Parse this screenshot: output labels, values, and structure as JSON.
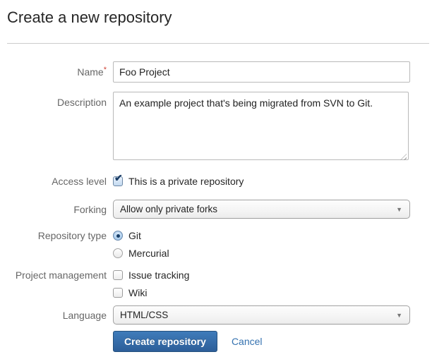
{
  "page": {
    "title": "Create a new repository"
  },
  "form": {
    "fields": {
      "name": {
        "label": "Name",
        "required_marker": "*",
        "value": "Foo Project"
      },
      "description": {
        "label": "Description",
        "value": "An example project that's being migrated from SVN to Git."
      },
      "access_level": {
        "label": "Access level",
        "checkbox_label": "This is a private repository",
        "checked": true
      },
      "forking": {
        "label": "Forking",
        "selected_option": "Allow only private forks"
      },
      "repository_type": {
        "label": "Repository type",
        "options": [
          {
            "label": "Git",
            "selected": true
          },
          {
            "label": "Mercurial",
            "selected": false
          }
        ]
      },
      "project_management": {
        "label": "Project management",
        "options": [
          {
            "label": "Issue tracking",
            "checked": false
          },
          {
            "label": "Wiki",
            "checked": false
          }
        ]
      },
      "language": {
        "label": "Language",
        "selected_option": "HTML/CSS"
      }
    },
    "actions": {
      "submit_label": "Create repository",
      "cancel_label": "Cancel"
    }
  },
  "icons": {
    "checkmark": "✔",
    "dropdown_arrow": "▼"
  },
  "colors": {
    "button_blue_top": "#3f7cba",
    "button_blue_bottom": "#2d5e99",
    "link_blue": "#3572b0",
    "required_red": "#d04437",
    "label_gray": "#666666",
    "divider_gray": "#cccccc",
    "check_navy": "#1c3e66"
  }
}
